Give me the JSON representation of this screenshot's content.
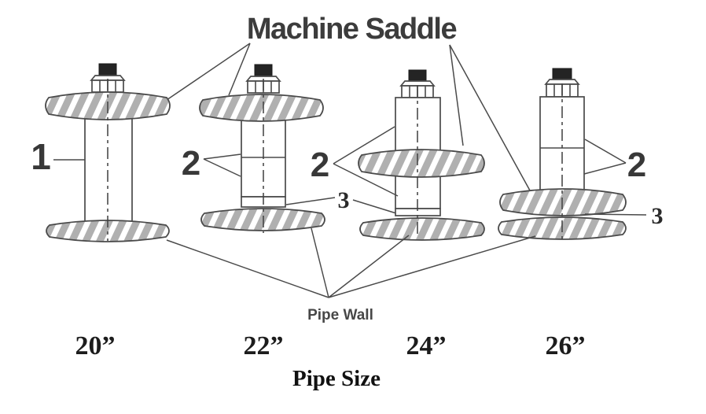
{
  "title": "Machine Saddle",
  "part_labels": {
    "part1": "1",
    "part2": "2",
    "part3": "3"
  },
  "pipe_wall_label": "Pipe Wall",
  "axis_title": "Pipe Size",
  "pipe_sizes": {
    "s20": "20”",
    "s22": "22”",
    "s24": "24”",
    "s26": "26”"
  },
  "colors": {
    "line": "#4a4a4a",
    "text": "#3c3c3c",
    "hatch": "#b0b0b0",
    "bolt": "#242424",
    "background": "#ffffff"
  }
}
